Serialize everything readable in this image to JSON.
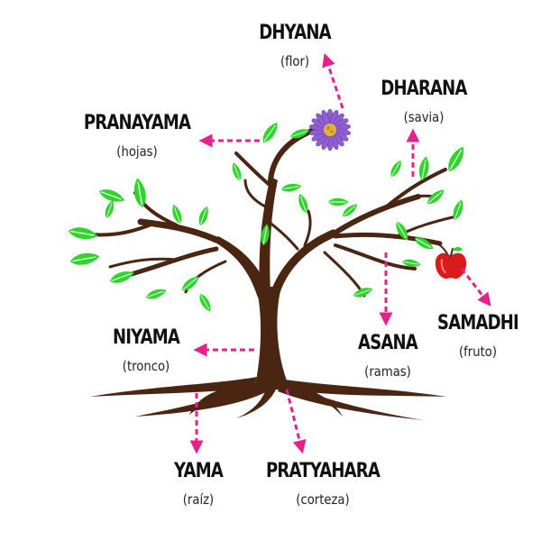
{
  "colors": {
    "trunk": "#4a2512",
    "leaf": "#2ed52b",
    "leaf_vein": "#ffffff",
    "arrow": "#e8208a",
    "flower": "#8f5fd0",
    "flower_center": "#e2b33a",
    "fruit": "#d81b1b"
  },
  "labels": {
    "dhyana": {
      "name": "DHYANA",
      "sub": "(flor)"
    },
    "dharana": {
      "name": "DHARANA",
      "sub": "(savia)"
    },
    "pranayama": {
      "name": "PRANAYAMA",
      "sub": "(hojas)"
    },
    "samadhi": {
      "name": "SAMADHI",
      "sub": "(fruto)"
    },
    "asana": {
      "name": "ASANA",
      "sub": "(ramas)"
    },
    "niyama": {
      "name": "NIYAMA",
      "sub": "(tronco)"
    },
    "yama": {
      "name": "YAMA",
      "sub": "(raíz)"
    },
    "pratyahara": {
      "name": "PRATYAHARA",
      "sub": "(corteza)"
    }
  },
  "icons": [
    "tree-illustration",
    "flower-icon",
    "apple-icon",
    "leaf-icon",
    "arrow-icon"
  ]
}
